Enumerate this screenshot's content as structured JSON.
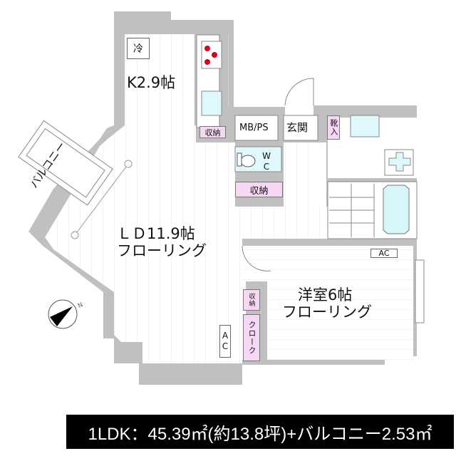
{
  "floorplan": {
    "kitchen": {
      "label": "K2.9帖",
      "fridge": "冷"
    },
    "kitchen_storage": "収納",
    "mbps": "MB/PS",
    "entrance": "玄関",
    "shoe_box": "靴入",
    "wc": "WC",
    "hall_storage": "収納",
    "ld": {
      "label": "ＬＤ11.9帖",
      "floor": "フローリング",
      "ac": "AC"
    },
    "western_room": {
      "label": "洋室6帖",
      "floor": "フローリング",
      "ac": "AC"
    },
    "room_storage": "収納",
    "closet": "クローク",
    "balcony": "バルコニー",
    "compass": "N"
  },
  "summary": "1LDK：45.39㎡(約13.8坪)+バルコニー2.53㎡",
  "colors": {
    "wall": "#c0c0c0",
    "storage": "#f7d8f4",
    "fixture": "#dff8fb",
    "stove": "#d9001b"
  }
}
